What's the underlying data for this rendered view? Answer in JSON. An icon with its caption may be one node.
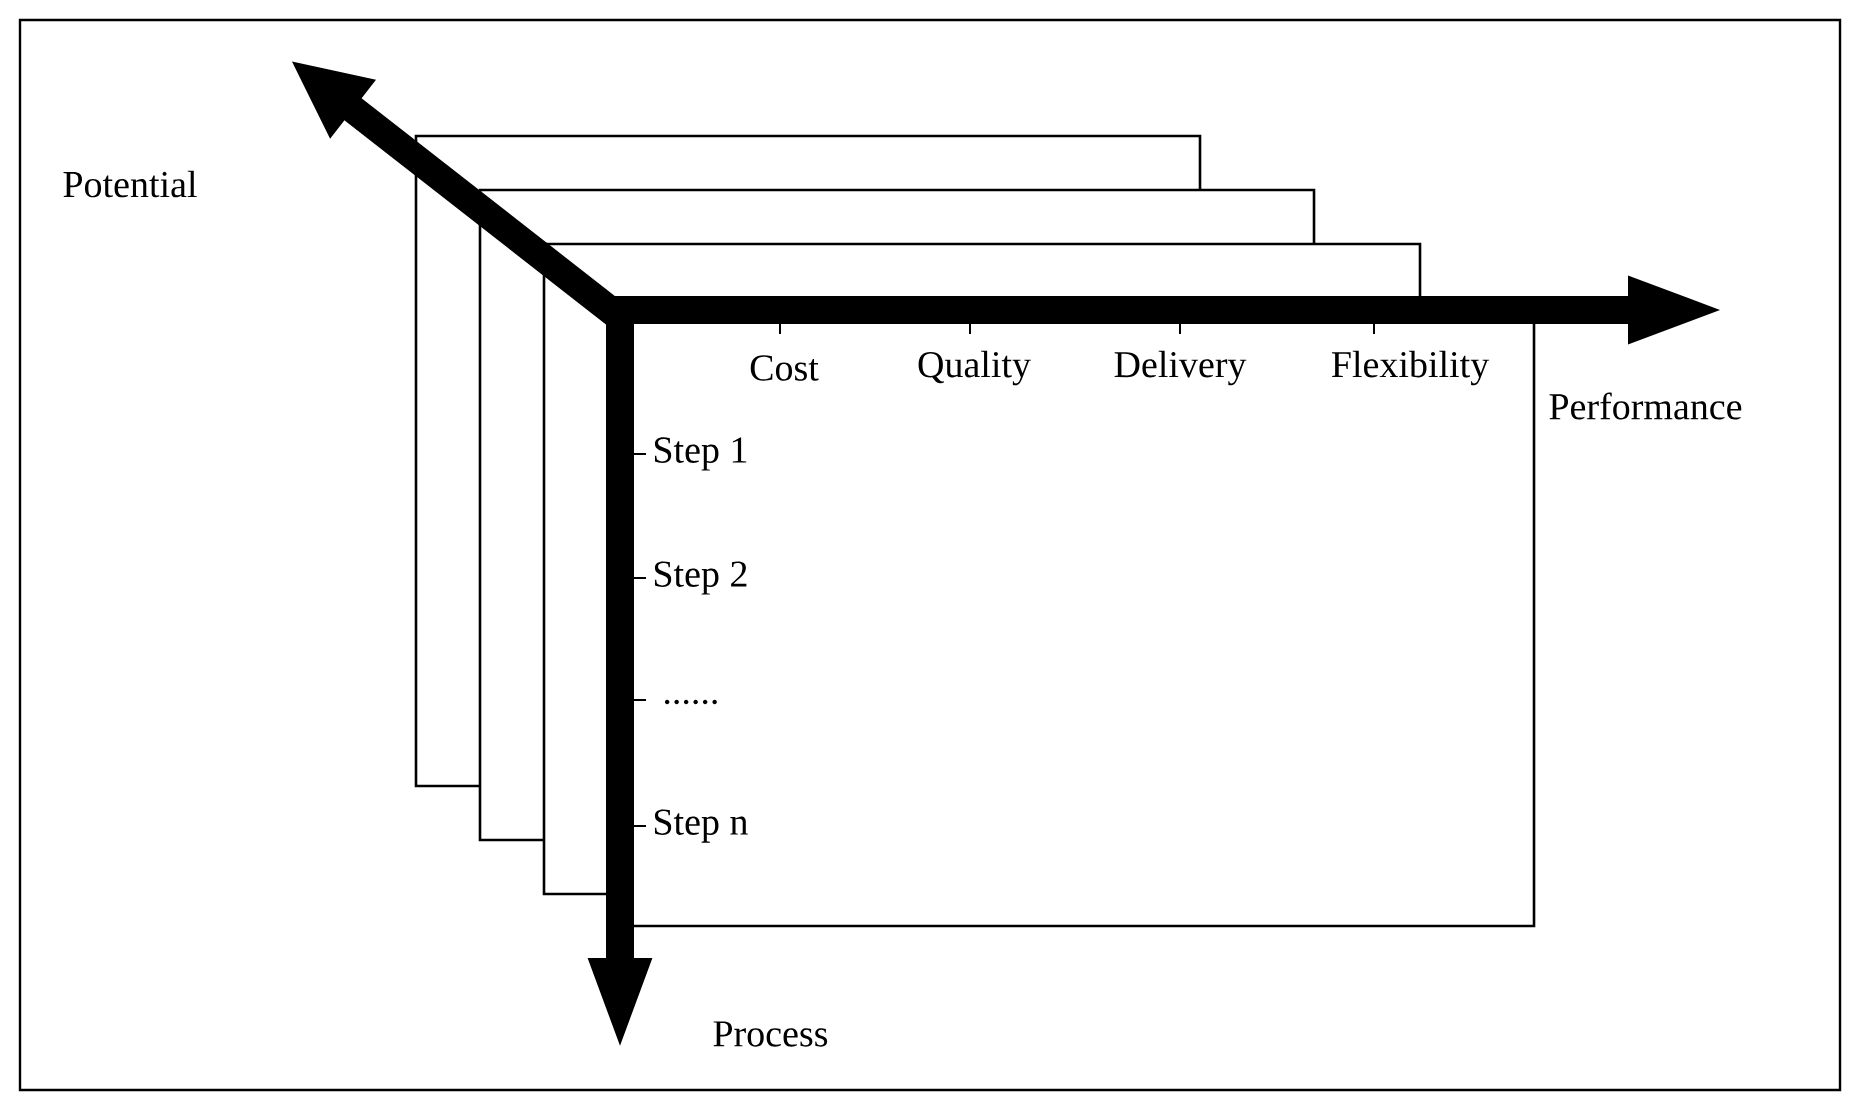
{
  "diagram": {
    "labels": [
      "Potential",
      "Cost",
      "Quality",
      "Delivery",
      "Flexibility",
      "Performance",
      "Step 1",
      "Step 2",
      "......",
      "Step n",
      "Process"
    ]
  }
}
